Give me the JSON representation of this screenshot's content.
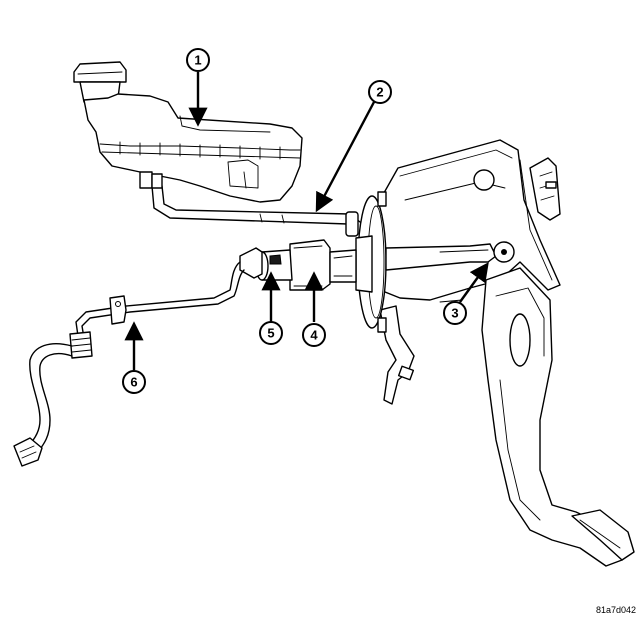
{
  "callouts": [
    {
      "id": "1",
      "part": "reservoir"
    },
    {
      "id": "2",
      "part": "supply-hose"
    },
    {
      "id": "3",
      "part": "pushrod"
    },
    {
      "id": "4",
      "part": "master-cylinder"
    },
    {
      "id": "5",
      "part": "fitting"
    },
    {
      "id": "6",
      "part": "hydraulic-line"
    }
  ],
  "figure_id": "81a7d042"
}
